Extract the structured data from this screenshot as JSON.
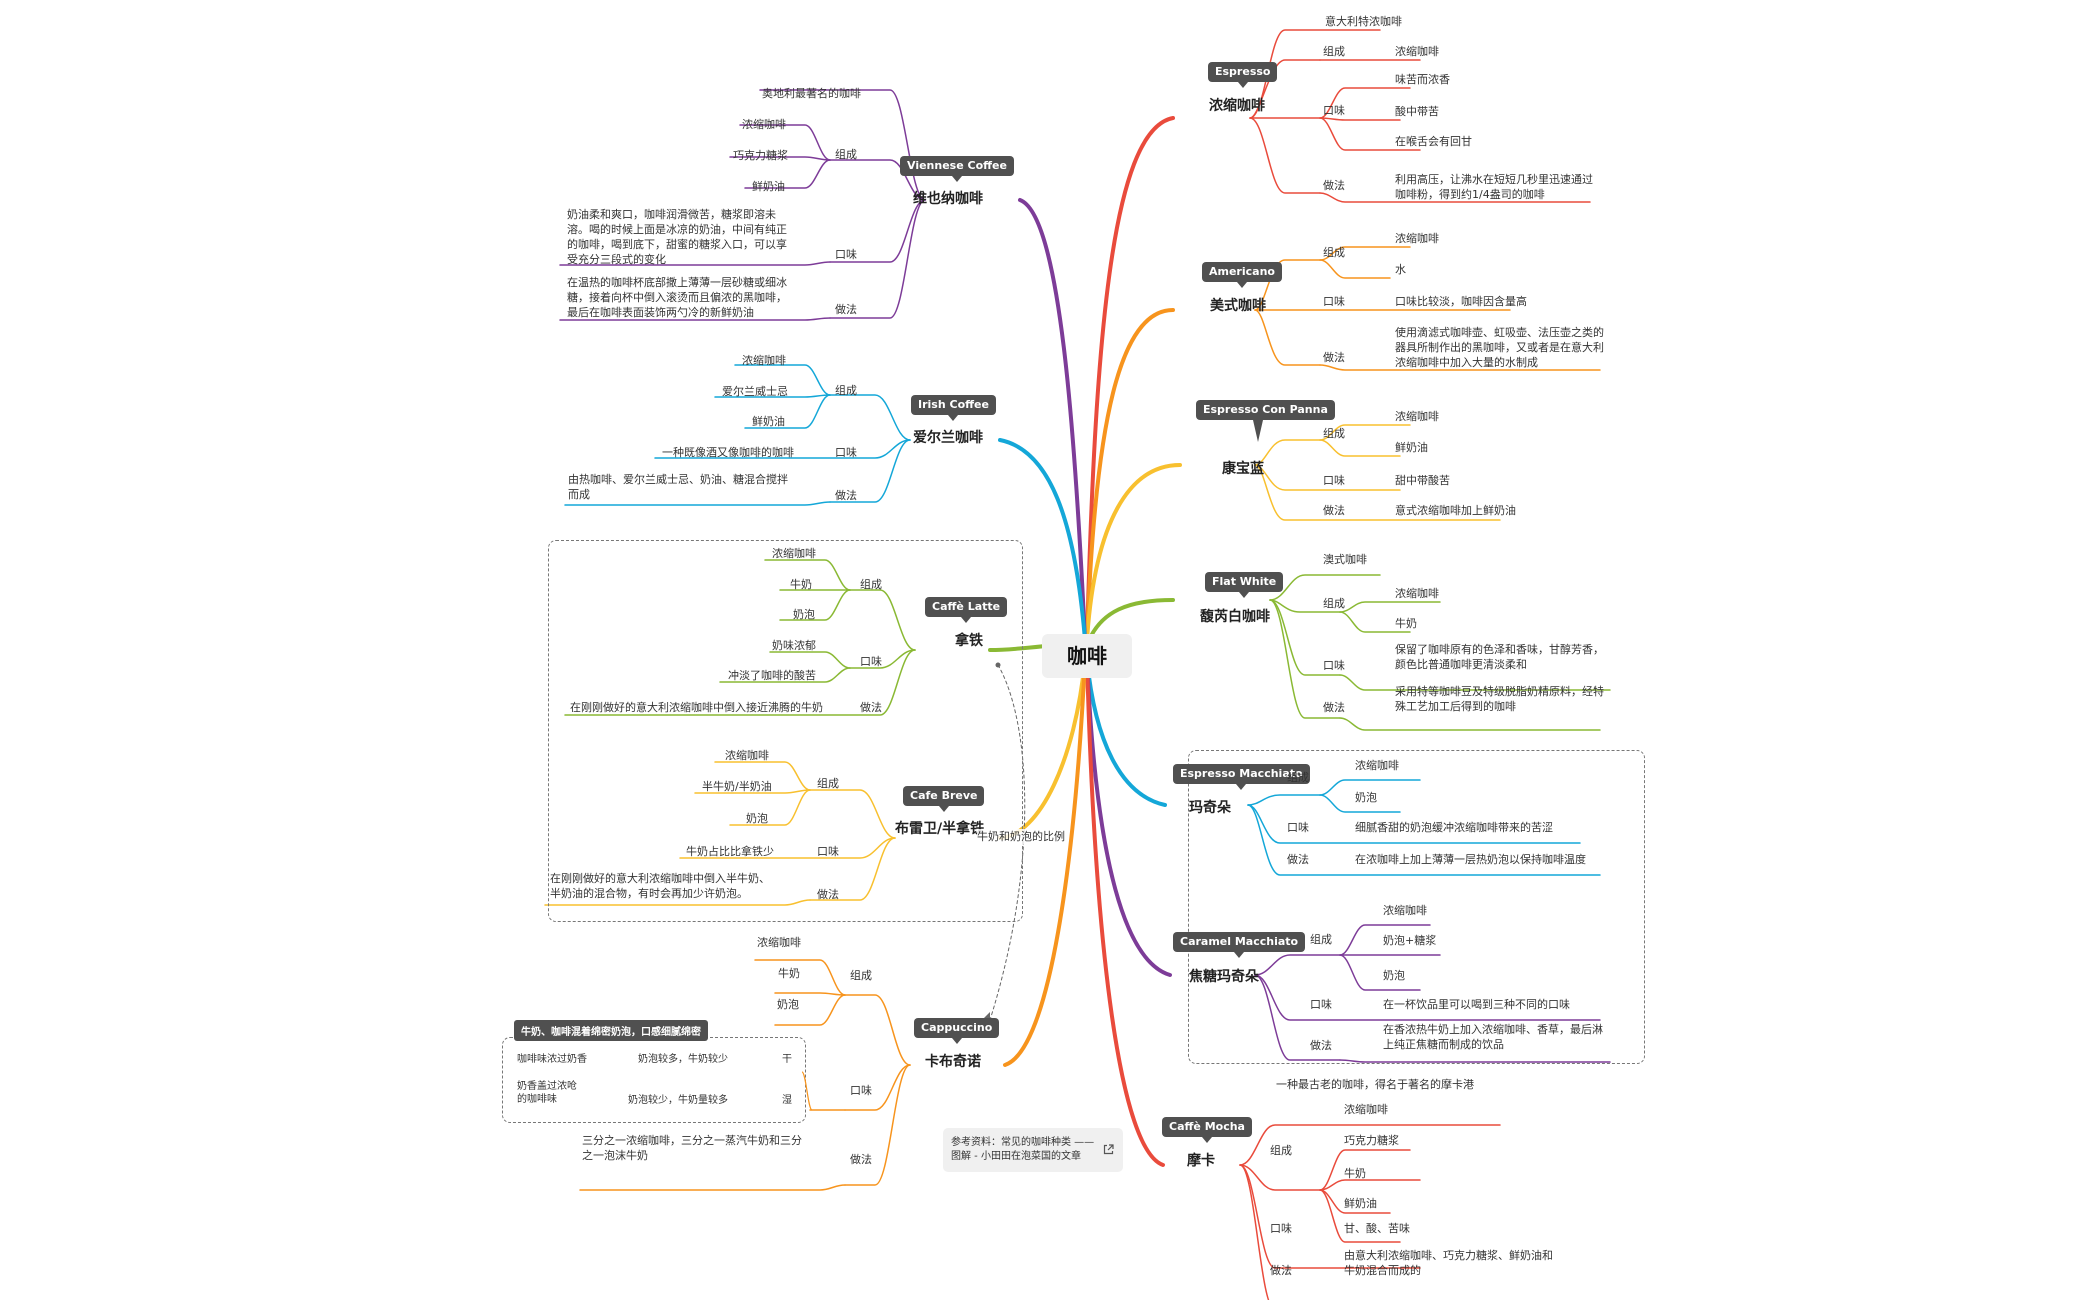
{
  "central": {
    "title": "咖啡"
  },
  "colors": {
    "espresso": "#e94b3c",
    "americano": "#f7941d",
    "panna": "#f8c02f",
    "flatwhite": "#8ab934",
    "macchiato": "#14a7d8",
    "caramel": "#7d3c98",
    "mocha": "#e94b3c",
    "viennese": "#7d3c98",
    "irish": "#14a7d8",
    "latte": "#8ab934",
    "breve": "#f8c02f",
    "cappuccino": "#f7941d"
  },
  "espresso": {
    "tag": "Espresso",
    "name": "浓缩咖啡",
    "desc": "意大利特浓咖啡",
    "c_lbl": "组成",
    "c1": "浓缩咖啡",
    "t_lbl": "口味",
    "t1": "味苦而浓香",
    "t2": "酸中带苦",
    "t3": "在喉舌会有回甘",
    "m_lbl": "做法",
    "m1": "利用高压，让沸水在短短几秒里迅速通过咖啡粉，得到约1/4盎司的咖啡"
  },
  "americano": {
    "tag": "Americano",
    "name": "美式咖啡",
    "c_lbl": "组成",
    "c1": "浓缩咖啡",
    "c2": "水",
    "t_lbl": "口味",
    "t1": "口味比较淡，咖啡因含量高",
    "m_lbl": "做法",
    "m1": "使用滴滤式咖啡壶、虹吸壶、法压壶之类的器具所制作出的黑咖啡，又或者是在意大利浓缩咖啡中加入大量的水制成"
  },
  "panna": {
    "tag": "Espresso Con Panna",
    "name": "康宝蓝",
    "c_lbl": "组成",
    "c1": "浓缩咖啡",
    "c2": "鲜奶油",
    "t_lbl": "口味",
    "t1": "甜中带酸苦",
    "m_lbl": "做法",
    "m1": "意式浓缩咖啡加上鲜奶油"
  },
  "flatwhite": {
    "tag": "Flat White",
    "name": "馥芮白咖啡",
    "desc": "澳式咖啡",
    "c_lbl": "组成",
    "c1": "浓缩咖啡",
    "c2": "牛奶",
    "t_lbl": "口味",
    "t1": "保留了咖啡原有的色泽和香味，甘醇芳香，颜色比普通咖啡更清淡柔和",
    "m_lbl": "做法",
    "m1": "采用特等咖啡豆及特级脱脂奶精原料，经特殊工艺加工后得到的咖啡"
  },
  "macchiato": {
    "tag": "Espresso Macchiato",
    "name": "玛奇朵",
    "c_lbl": "组成",
    "c1": "浓缩咖啡",
    "c2": "奶泡",
    "t_lbl": "口味",
    "t1": "细腻香甜的奶泡缓冲浓缩咖啡带来的苦涩",
    "m_lbl": "做法",
    "m1": "在浓咖啡上加上薄薄一层热奶泡以保持咖啡温度"
  },
  "caramel": {
    "tag": "Caramel Macchiato",
    "name": "焦糖玛奇朵",
    "c_lbl": "组成",
    "c1": "浓缩咖啡",
    "c2": "奶泡+糖浆",
    "c3": "奶泡",
    "t_lbl": "口味",
    "t1": "在一杯饮品里可以喝到三种不同的口味",
    "m_lbl": "做法",
    "m1": "在香浓热牛奶上加入浓缩咖啡、香草，最后淋上纯正焦糖而制成的饮品"
  },
  "mocha": {
    "tag": "Caffè Mocha",
    "name": "摩卡",
    "desc": "一种最古老的咖啡，得名于著名的摩卡港",
    "c_lbl": "组成",
    "c1": "浓缩咖啡",
    "c2": "巧克力糖浆",
    "c3": "牛奶",
    "c4": "鲜奶油",
    "t_lbl": "口味",
    "t1": "甘、酸、苦味",
    "m_lbl": "做法",
    "m1": "由意大利浓缩咖啡、巧克力糖浆、鲜奶油和牛奶混合而成的"
  },
  "viennese": {
    "tag": "Viennese Coffee",
    "name": "维也纳咖啡",
    "desc": "奥地利最著名的咖啡",
    "c_lbl": "组成",
    "c1": "浓缩咖啡",
    "c2": "巧克力糖浆",
    "c3": "鲜奶油",
    "t_lbl": "口味",
    "t1": "奶油柔和爽口，咖啡润滑微苦，糖浆即溶未溶。喝的时候上面是冰凉的奶油，中间有纯正的咖啡，喝到底下，甜蜜的糖浆入口，可以享受充分三段式的变化",
    "m_lbl": "做法",
    "m1": "在温热的咖啡杯底部撒上薄薄一层砂糖或细冰糖，接着向杯中倒入滚烫而且偏浓的黑咖啡，最后在咖啡表面装饰两勺冷的新鲜奶油"
  },
  "irish": {
    "tag": "Irish Coffee",
    "name": "爱尔兰咖啡",
    "c_lbl": "组成",
    "c1": "浓缩咖啡",
    "c2": "爱尔兰威士忌",
    "c3": "鲜奶油",
    "t_lbl": "口味",
    "t1": "一种既像酒又像咖啡的咖啡",
    "m_lbl": "做法",
    "m1": "由热咖啡、爱尔兰威士忌、奶油、糖混合搅拌而成"
  },
  "latte": {
    "tag": "Caffè Latte",
    "name": "拿铁",
    "c_lbl": "组成",
    "c1": "浓缩咖啡",
    "c2": "牛奶",
    "c3": "奶泡",
    "t_lbl": "口味",
    "t1": "奶味浓郁",
    "t2": "冲淡了咖啡的酸苦",
    "m_lbl": "做法",
    "m1": "在刚刚做好的意大利浓缩咖啡中倒入接近沸腾的牛奶"
  },
  "breve": {
    "tag": "Cafe Breve",
    "name": "布雷卫/半拿铁",
    "c_lbl": "组成",
    "c1": "浓缩咖啡",
    "c2": "半牛奶/半奶油",
    "c3": "奶泡",
    "t_lbl": "口味",
    "t1": "牛奶占比比拿铁少",
    "m_lbl": "做法",
    "m1": "在刚刚做好的意大利浓缩咖啡中倒入半牛奶、半奶油的混合物，有时会再加少许奶泡。"
  },
  "cappuccino": {
    "tag": "Cappuccino",
    "name": "卡布奇诺",
    "c_lbl": "组成",
    "c1": "浓缩咖啡",
    "c2": "牛奶",
    "c3": "奶泡",
    "t_lbl": "口味",
    "m_lbl": "做法",
    "m1": "三分之一浓缩咖啡，三分之一蒸汽牛奶和三分之一泡沫牛奶"
  },
  "cap_summary": {
    "title": "牛奶、咖啡混着绵密奶泡，口感细腻绵密",
    "r1a": "咖啡味浓过奶香",
    "r1b": "奶泡较多，牛奶较少",
    "r1c": "干",
    "r2a": "奶香盖过浓呛的咖啡味",
    "r2b": "奶泡较少，牛奶量较多",
    "r2c": "湿"
  },
  "relation": {
    "label": "牛奶和奶泡的比例"
  },
  "reference": {
    "text": "参考资料：常见的咖啡种类 —— 图解 - 小田田在泡菜国的文章",
    "icon": "external-link-icon"
  }
}
